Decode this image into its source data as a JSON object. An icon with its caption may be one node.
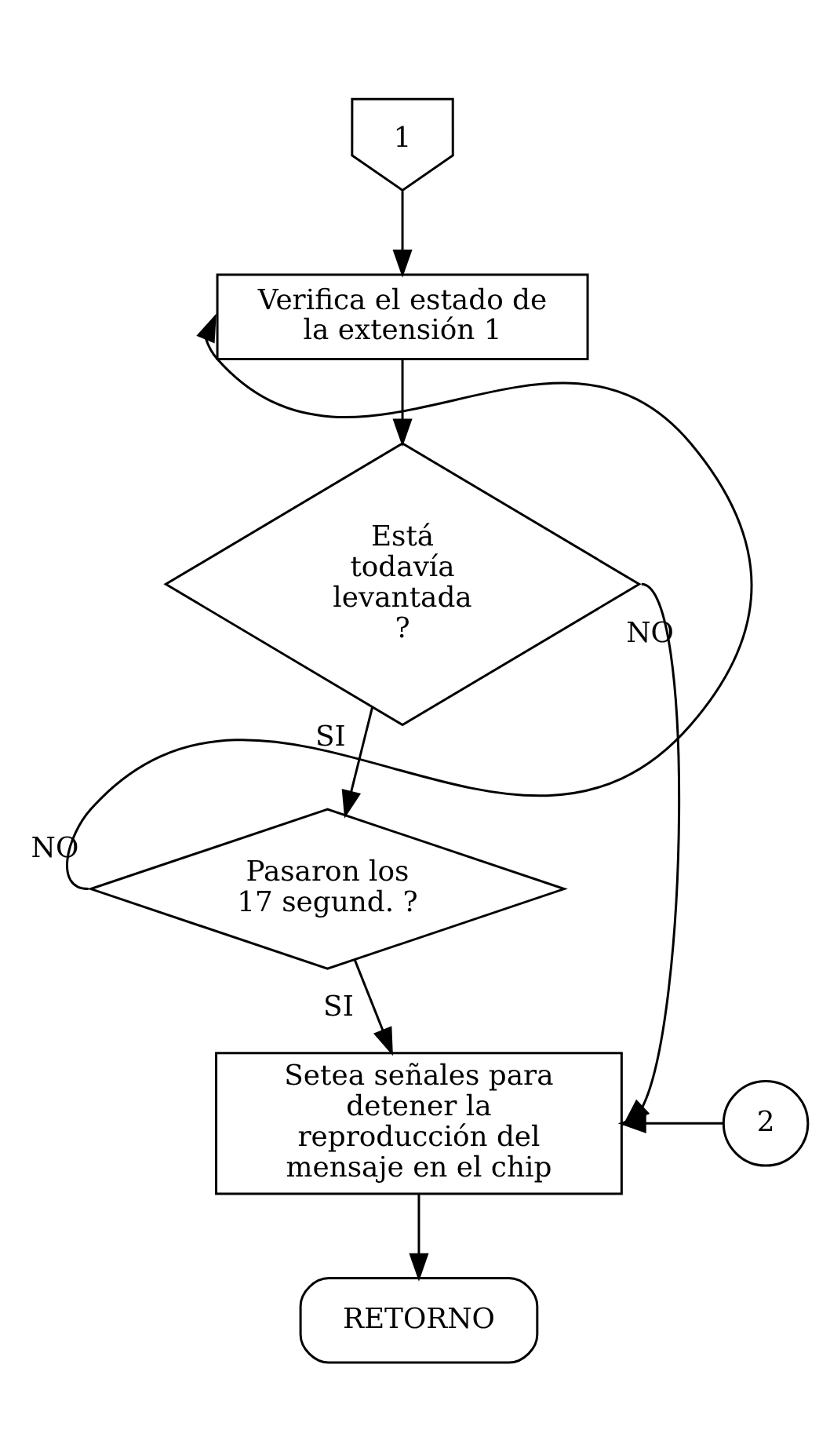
{
  "diagram": {
    "nodes": [
      {
        "text": [
          "1"
        ]
      },
      {
        "text": [
          "Verifica el estado de la extensión 1"
        ]
      },
      {
        "text": [
          "Está todavía levantada ?"
        ]
      },
      {
        "text": [
          "Pasaron los 17 segund. ?"
        ]
      },
      {
        "text": [
          "Setea señales para detener la reproducción del mensaje en el chip"
        ]
      },
      {
        "text": [
          "RETORNO"
        ]
      },
      {
        "text": [
          "2"
        ]
      }
    ],
    "edges": [
      {
        "from": 0,
        "to": 1,
        "arrow": "to"
      },
      {
        "from": 1,
        "to": 2,
        "arrow": "to"
      },
      {
        "from": 2,
        "to": 3,
        "arrow": "to",
        "label": "SI"
      },
      {
        "from": 3,
        "to": 1,
        "arrow": "to",
        "label": "NO"
      },
      {
        "from": 2,
        "to": 4,
        "arrow": "to",
        "label": "NO"
      },
      {
        "from": 3,
        "to": 4,
        "arrow": "to",
        "label": "SI"
      },
      {
        "from": 6,
        "to": 4,
        "arrow": "to"
      },
      {
        "from": 4,
        "to": 5,
        "arrow": "to"
      }
    ]
  }
}
